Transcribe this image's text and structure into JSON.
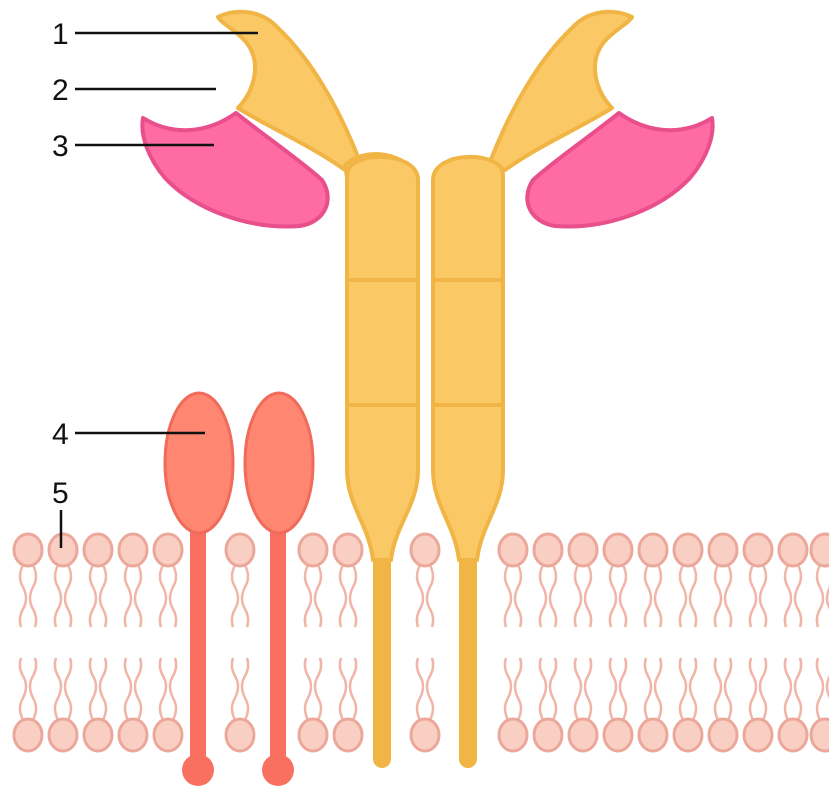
{
  "labels": [
    {
      "id": "1",
      "text": "1"
    },
    {
      "id": "2",
      "text": "2"
    },
    {
      "id": "3",
      "text": "3"
    },
    {
      "id": "4",
      "text": "4"
    },
    {
      "id": "5",
      "text": "5"
    }
  ],
  "colors": {
    "receptor_fill": "#FBC866",
    "receptor_stroke": "#F0B545",
    "ligand_fill": "#FF6BA3",
    "ligand_stroke": "#E84F8C",
    "coreceptor_head": "#FF8670",
    "coreceptor_stroke": "#F06B5A",
    "coreceptor_stem": "#F97060",
    "lipid_head_fill": "#F9CFC3",
    "lipid_head_stroke": "#EBA89A",
    "lipid_tail": "#F1B5A8",
    "leader_line": "#111111"
  },
  "icons": {
    "membrane": "lipid-bilayer",
    "receptor": "receptor-dimer",
    "ligand": "ligand",
    "coreceptor": "membrane-anchored-protein"
  }
}
